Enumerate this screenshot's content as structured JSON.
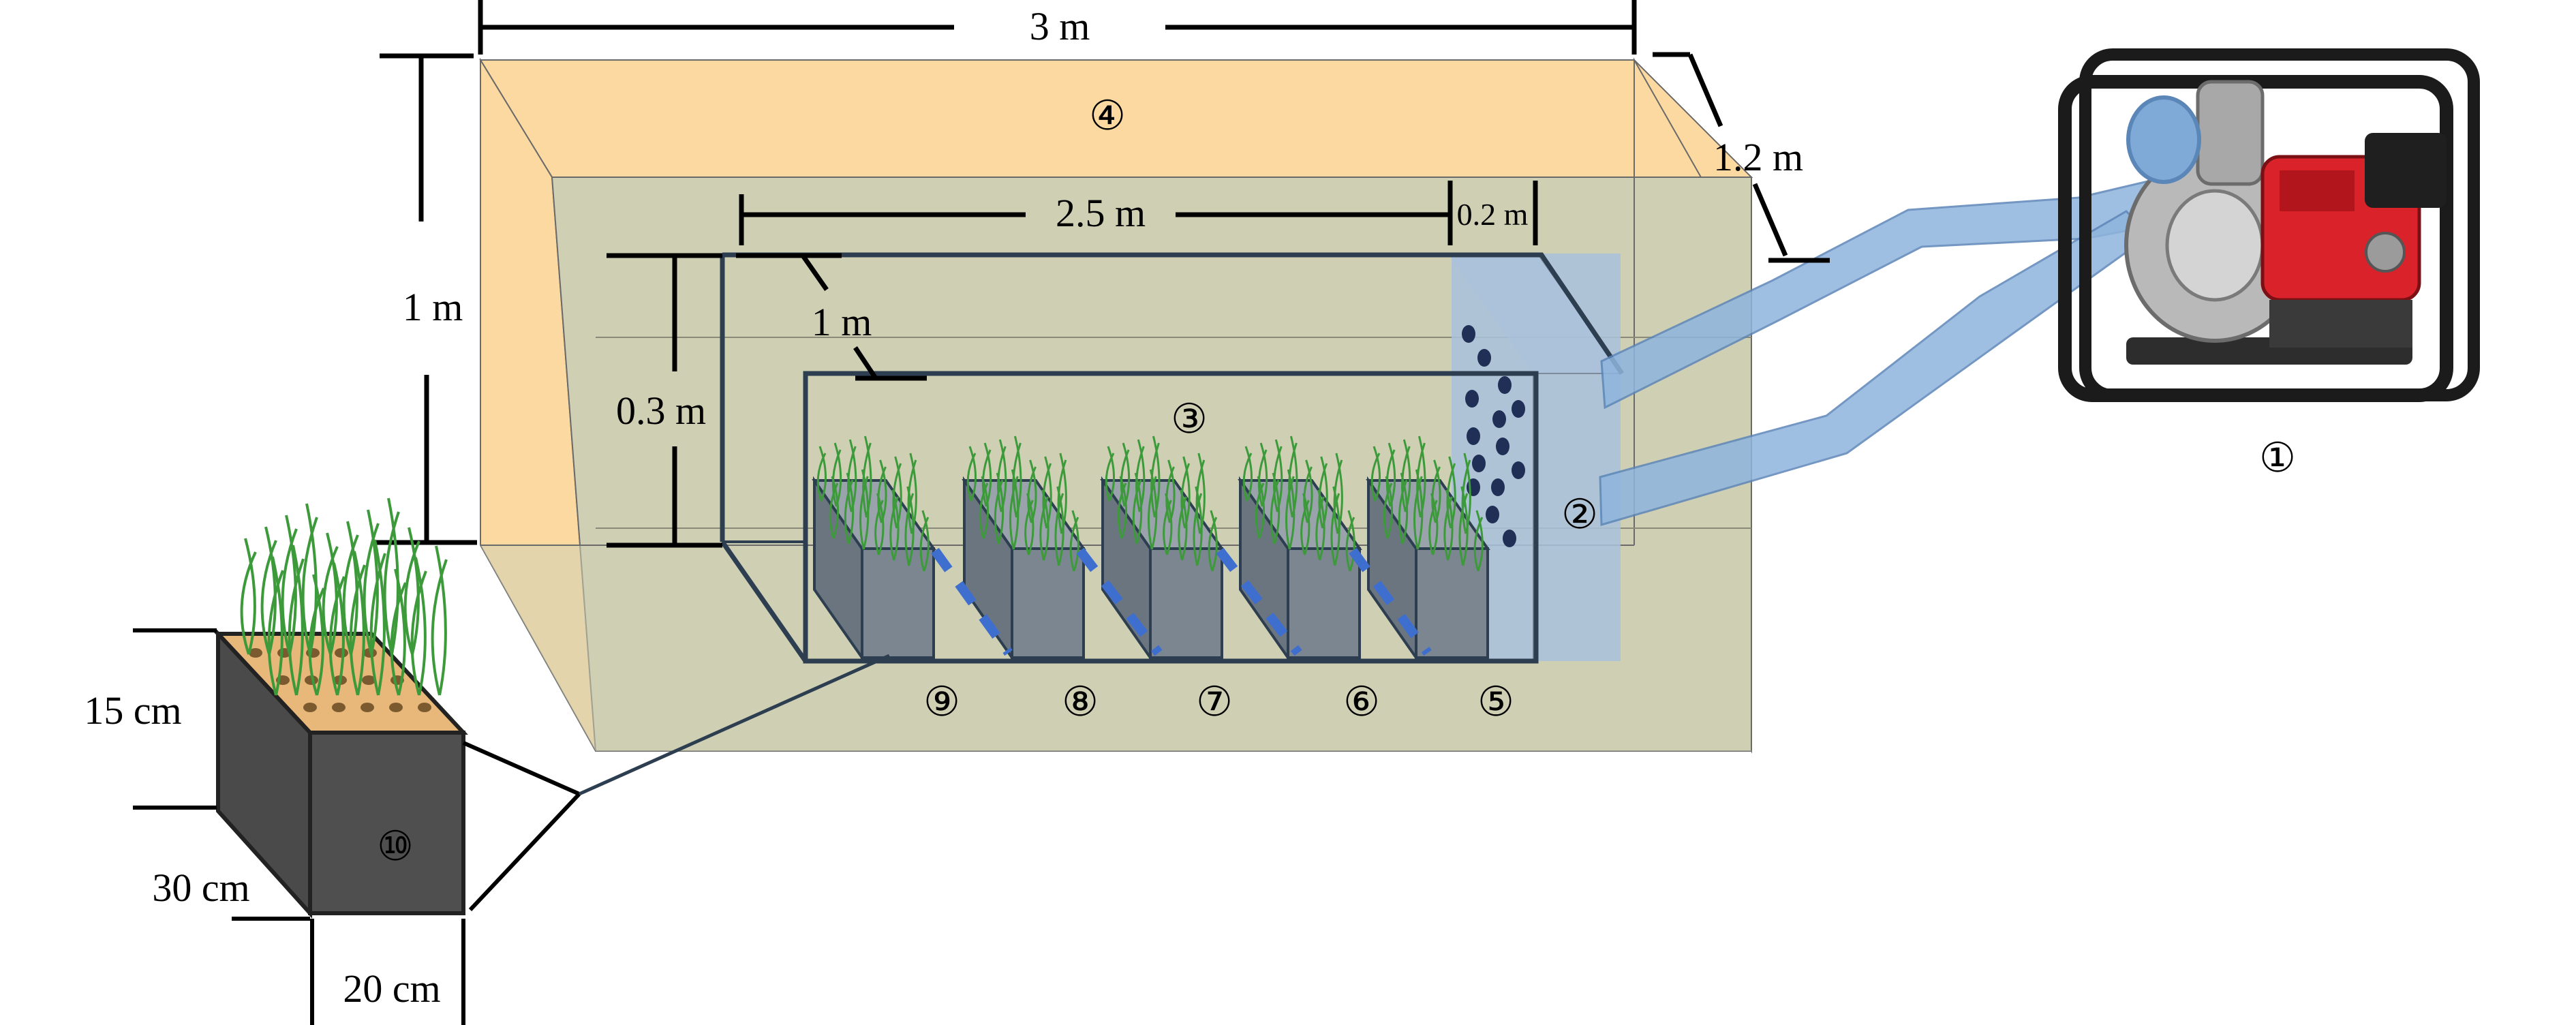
{
  "dimensions": {
    "tank_length": "3 m",
    "tank_depth": "1.2 m",
    "tank_height": "1 m",
    "inner_length": "2.5 m",
    "inlet_width": "0.2 m",
    "inner_depth": "1 m",
    "water_height": "0.3 m",
    "box_height": "15 cm",
    "box_length": "30 cm",
    "box_width": "20 cm"
  },
  "labels": {
    "pump": "①",
    "inlet_zone": "②",
    "channel": "③",
    "outer_tank": "④",
    "unit_5": "⑤",
    "unit_6": "⑥",
    "unit_7": "⑦",
    "unit_8": "⑧",
    "unit_9": "⑨",
    "planter_box": "⑩"
  },
  "colors": {
    "tank_wall": "#fcd9a0",
    "tank_floor": "#cfcfb4",
    "inlet_zone": "#a9c1dc",
    "pipe": "#8fb5de",
    "baffle": "#3f6fce",
    "planter": "#7c8691",
    "plant": "#3c9a3a",
    "pump_frame": "#1b1b1b",
    "pump_engine": "#d9222a"
  }
}
